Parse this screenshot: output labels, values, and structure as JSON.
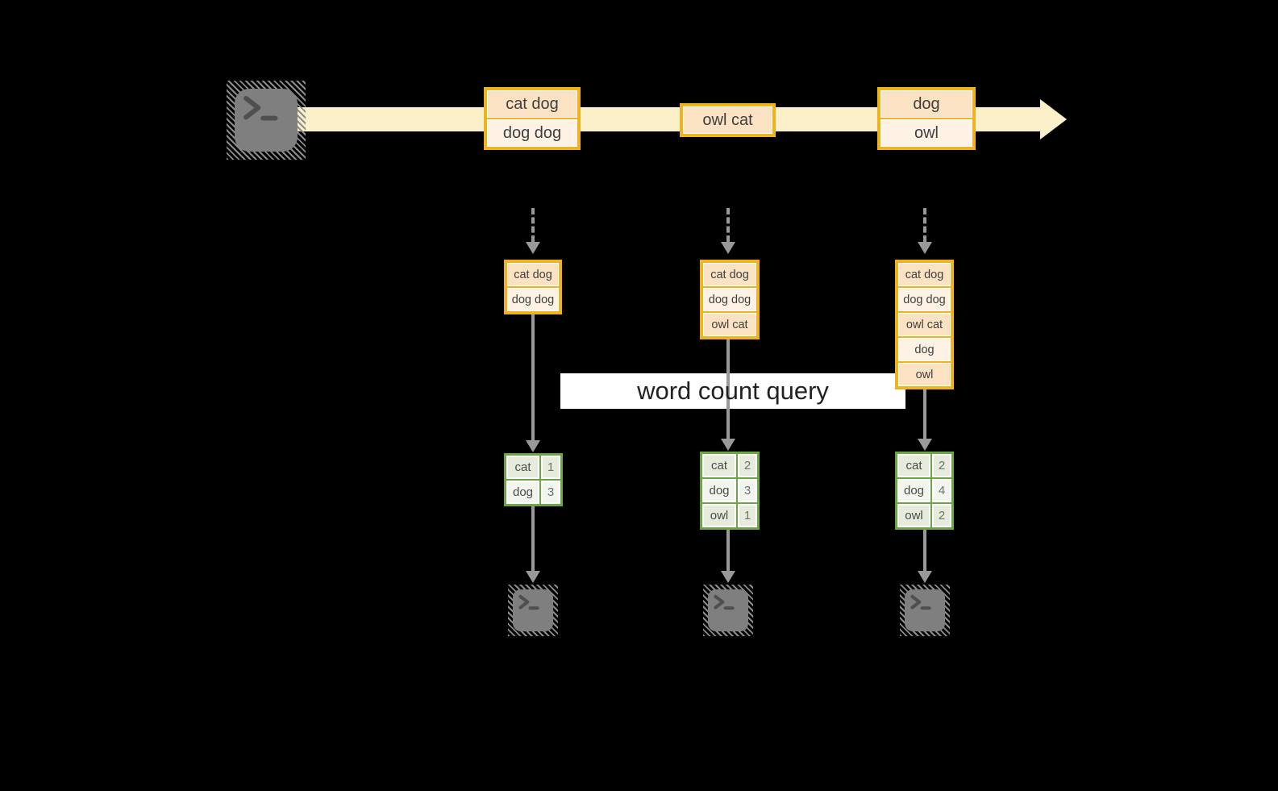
{
  "diagram": {
    "query_label": "word count query",
    "colors": {
      "background": "#000000",
      "stream_band": "#fbf0c9",
      "box_border": "#f0b31e",
      "box_fill_dark": "#fbe2c3",
      "box_fill_light": "#fdf2e4",
      "table_border": "#6ba644",
      "table_fill_dark": "#e5ecdb",
      "table_fill_light": "#f1f5ed",
      "arrow_gray": "#999999",
      "terminal_gray": "#7f7f7f"
    },
    "stream": {
      "source_icon": "terminal-icon",
      "events": [
        {
          "lines": [
            "cat dog",
            "dog dog"
          ]
        },
        {
          "lines": [
            "owl cat"
          ]
        },
        {
          "lines": [
            "dog",
            "owl"
          ]
        }
      ]
    },
    "columns": [
      {
        "batch": [
          "cat dog",
          "dog dog"
        ],
        "counts": [
          [
            "cat",
            "1"
          ],
          [
            "dog",
            "3"
          ]
        ],
        "sink_icon": "terminal-icon"
      },
      {
        "batch": [
          "cat dog",
          "dog dog",
          "owl cat"
        ],
        "counts": [
          [
            "cat",
            "2"
          ],
          [
            "dog",
            "3"
          ],
          [
            "owl",
            "1"
          ]
        ],
        "sink_icon": "terminal-icon"
      },
      {
        "batch": [
          "cat dog",
          "dog dog",
          "owl cat",
          "dog",
          "owl"
        ],
        "counts": [
          [
            "cat",
            "2"
          ],
          [
            "dog",
            "4"
          ],
          [
            "owl",
            "2"
          ]
        ],
        "sink_icon": "terminal-icon"
      }
    ]
  }
}
